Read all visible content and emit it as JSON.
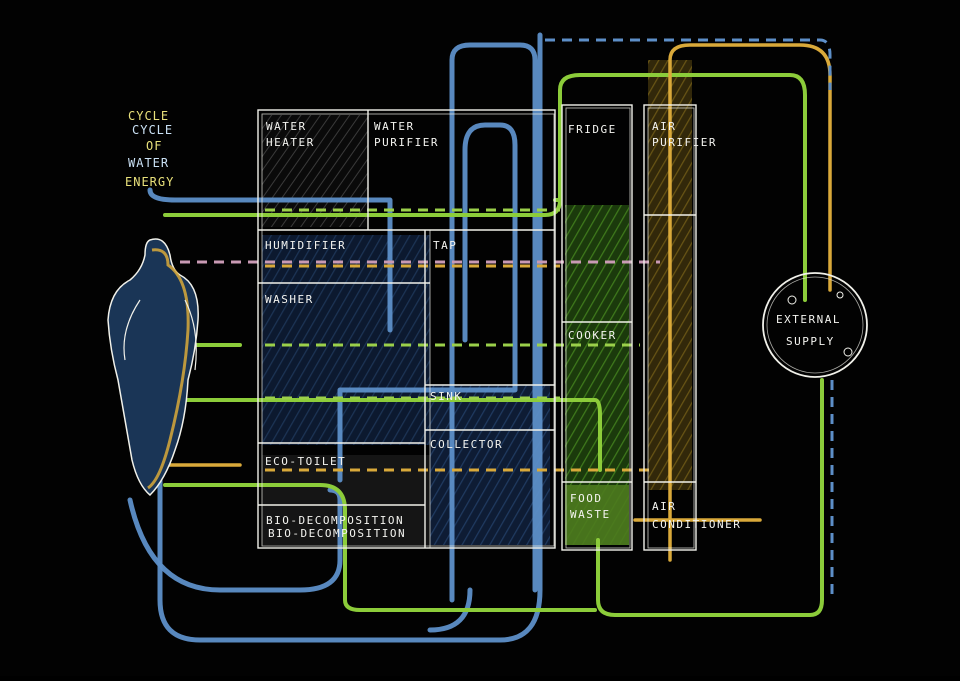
{
  "title": {
    "line1": "CYCLE",
    "line2": "OF",
    "line3": "WATER",
    "line4": "ENERGY"
  },
  "modules": {
    "water_heater": [
      "WATER",
      "HEATER"
    ],
    "water_purifier": [
      "WATER",
      "PURIFIER"
    ],
    "fridge": "FRIDGE",
    "air_purifier": [
      "AIR",
      "PURIFIER"
    ],
    "humidifier": "HUMIDIFIER",
    "tap": "TAP",
    "washer": "WASHER",
    "cooker": "COOKER",
    "sink": "SINK",
    "collector": "COLLECTOR",
    "eco_toilet": "ECO-TOILET",
    "food_waste": [
      "FOOD",
      "WASTE"
    ],
    "air_conditioner": [
      "AIR",
      "CONDITIONER"
    ],
    "bio_decomposition": "BIO-DECOMPOSITION",
    "external_supply": [
      "EXTERNAL",
      "SUPPLY"
    ]
  },
  "colors": {
    "background": "#020202",
    "line": "#f1f1ea",
    "water_flow": "#5d8fc8",
    "green_flow": "#8ccc3a",
    "energy_flow": "#d9a93a",
    "pink_flow": "#c99ab4"
  }
}
